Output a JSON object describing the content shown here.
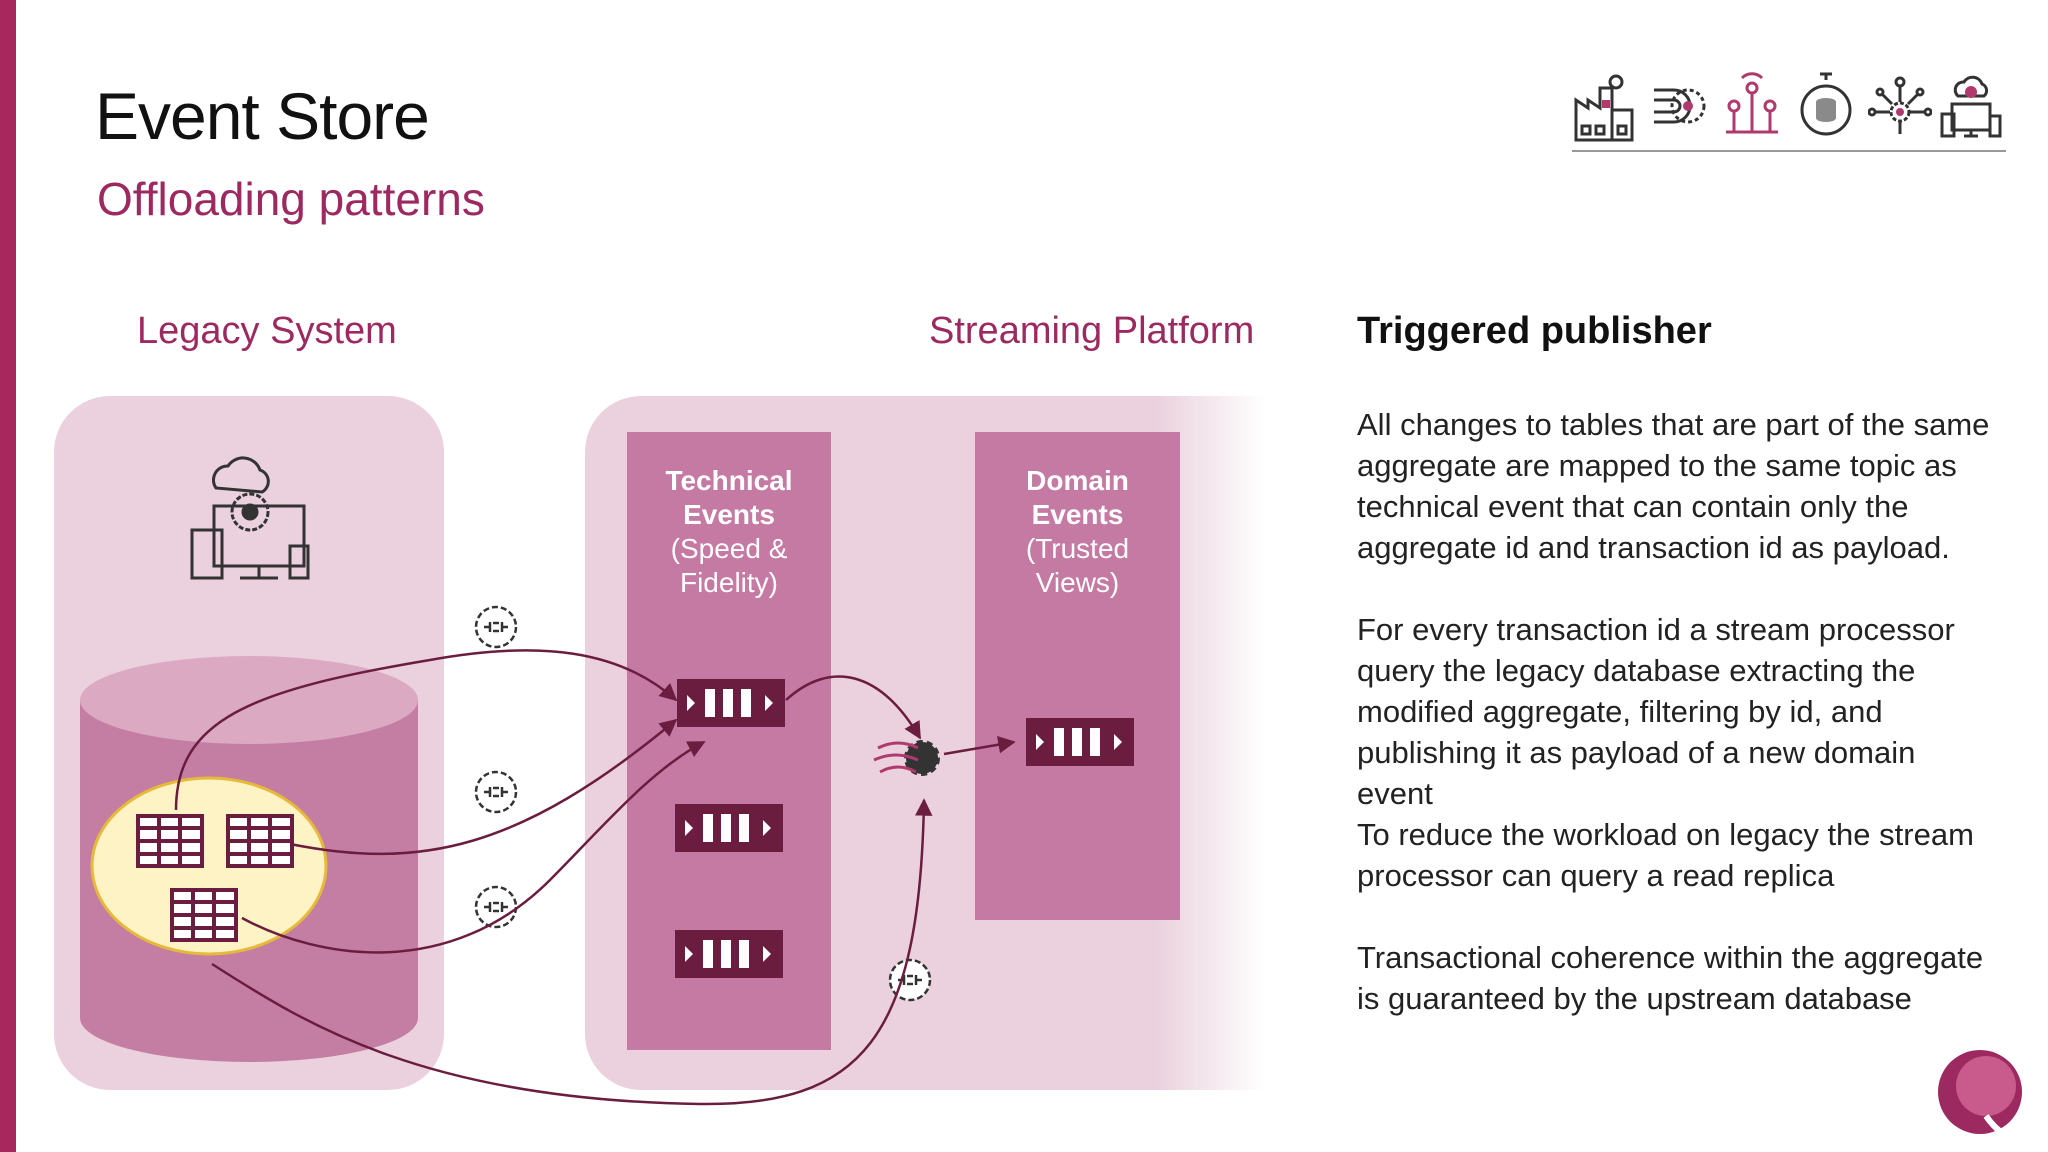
{
  "slide": {
    "title": "Event Store",
    "subtitle": "Offloading patterns"
  },
  "diagram": {
    "legacy_label": "Legacy System",
    "streaming_label": "Streaming Platform",
    "technical_events": {
      "heading_line1": "Technical",
      "heading_line2": "Events",
      "sub_line1": "(Speed &",
      "sub_line2": "Fidelity)"
    },
    "domain_events": {
      "heading_line1": "Domain",
      "heading_line2": "Events",
      "sub_line1": "(Trusted",
      "sub_line2": "Views)"
    }
  },
  "description": {
    "heading": "Triggered publisher",
    "paragraphs": [
      "All changes to tables that are part of the same aggregate are mapped to the same topic as technical event that can contain only the aggregate id and transaction id as payload.",
      "For every transaction id a stream processor query the legacy database extracting the modified aggregate, filtering by id, and publishing it as payload of a new domain event",
      "To reduce the workload on legacy the stream processor can query a read replica",
      "Transactional coherence within the aggregate is guaranteed by the upstream database"
    ]
  },
  "header_icons": [
    "factory-icon",
    "magnet-gear-icon",
    "network-tree-icon",
    "database-dial-icon",
    "gear-network-icon",
    "cloud-devices-icon"
  ],
  "colors": {
    "accent": "#a6285d",
    "panel": "#ead1dd",
    "column": "#c47aa3",
    "cylinder": "#c57ea3",
    "queue": "#6b1d3f",
    "highlight": "#fdf3c4"
  }
}
